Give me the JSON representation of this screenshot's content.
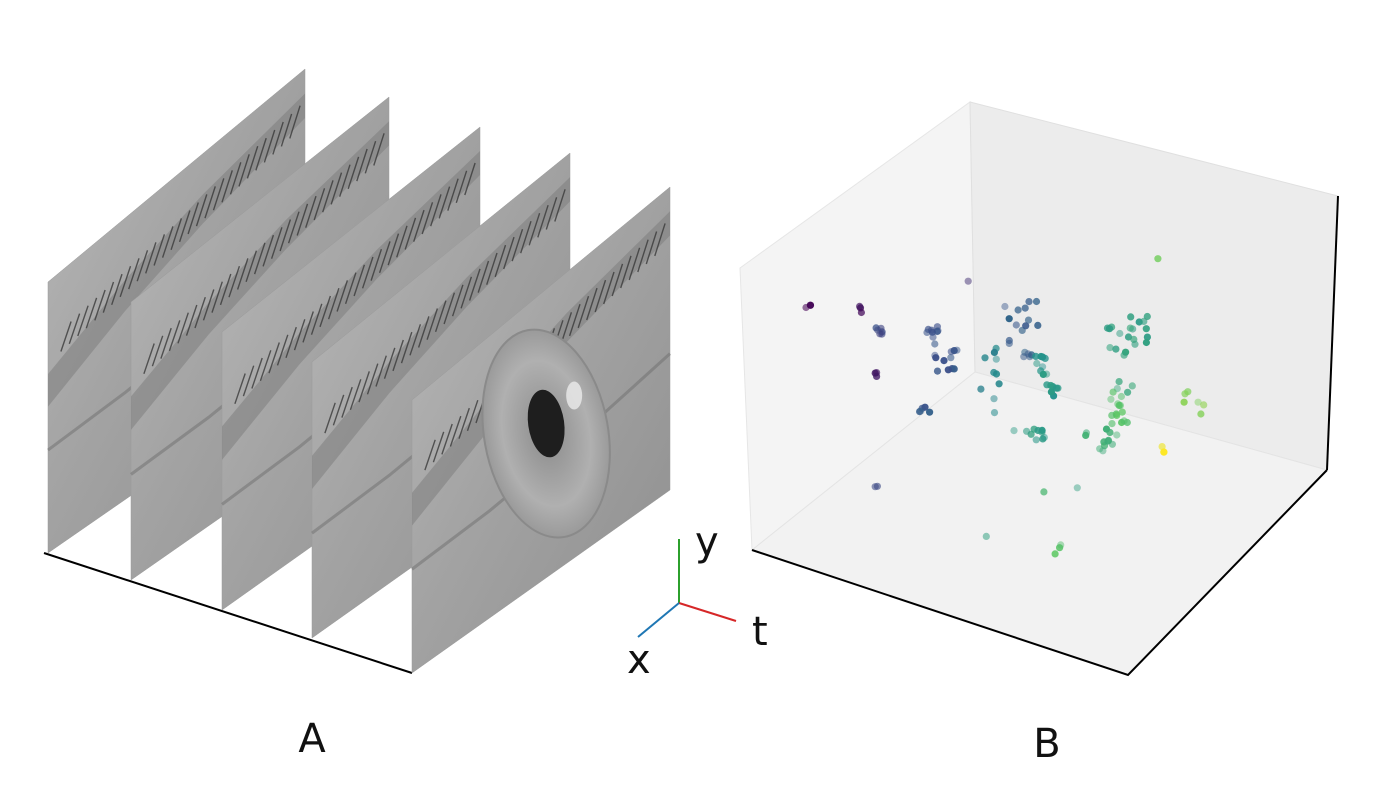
{
  "panels": {
    "a": {
      "label": "A",
      "frame_count": 5
    },
    "b": {
      "label": "B"
    }
  },
  "axes_gizmo": {
    "x_label": "x",
    "y_label": "y",
    "t_label": "t",
    "colors": {
      "x": "#1f77b4",
      "y": "#2ca02c",
      "t": "#d62728"
    }
  },
  "scatter": {
    "colormap": "viridis",
    "colormap_stops": [
      "#440154",
      "#3b528b",
      "#21918c",
      "#5ec962",
      "#fde725"
    ]
  }
}
